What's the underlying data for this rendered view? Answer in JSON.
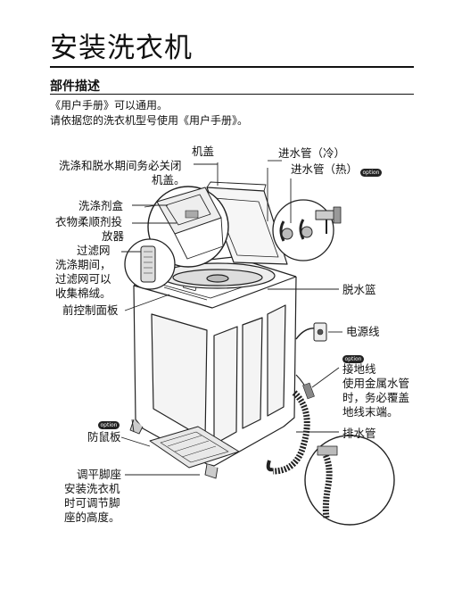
{
  "page": {
    "title": "安装洗衣机",
    "section": "部件描述",
    "intro": [
      "《用户手册》可以通用。",
      "请依据您的洗衣机型号使用《用户手册》。"
    ]
  },
  "labels": {
    "lid": [
      "机盖",
      "洗涤和脱水期间务必关闭",
      "机盖。"
    ],
    "detergent": "洗涤剂盒",
    "softener": [
      "衣物柔顺剂投",
      "放器"
    ],
    "filter": [
      "过滤网",
      "洗涤期间，",
      "过滤网可以",
      "收集棉绒。"
    ],
    "panel": "前控制面板",
    "rodent": "防鼠板",
    "feet": [
      "调平脚座",
      "安装洗衣机",
      "时可调节脚",
      "座的高度。"
    ],
    "cold": "进水管（冷）",
    "hot": "进水管（热）",
    "tub": "脱水篮",
    "power": "电源线",
    "ground": [
      "接地线",
      "使用金属水管",
      "时，务必覆盖",
      "地线末端。"
    ],
    "drain": "排水管",
    "option_badge": "option"
  }
}
